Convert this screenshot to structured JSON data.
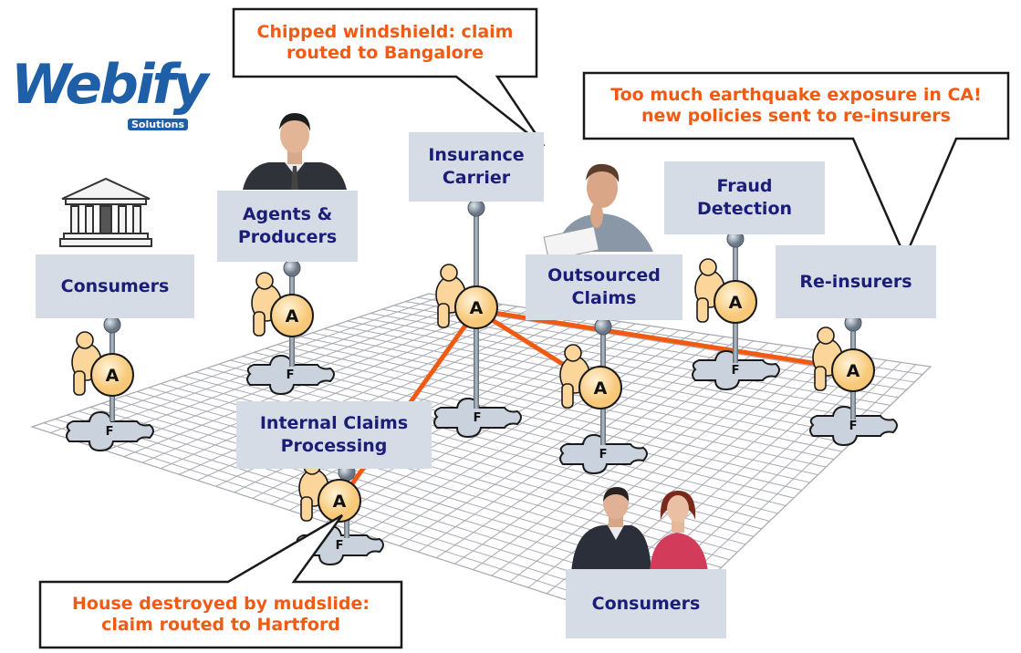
{
  "logo": {
    "name": "Webify",
    "sub": "Solutions"
  },
  "nodes": {
    "consumers_left": "Consumers",
    "agents": "Agents &\nProducers",
    "carrier": "Insurance\nCarrier",
    "fraud": "Fraud\nDetection",
    "outsourced": "Outsourced\nClaims",
    "reinsurers": "Re-insurers",
    "internal": "Internal Claims\nProcessing",
    "consumers_bottom": "Consumers"
  },
  "markers": {
    "agent": "A",
    "fabric": "F"
  },
  "callouts": {
    "windshield": "Chipped windshield: claim\nrouted to Bangalore",
    "earthquake": "Too much earthquake exposure in CA!\nnew policies sent to re-insurers",
    "mudslide": "House destroyed by mudslide:\nclaim routed to Hartford"
  },
  "colors": {
    "label_bg": "#d6dce6",
    "label_text": "#1b1e78",
    "callout_text": "#f15a12",
    "link": "#f15a12",
    "agent_circle": "#fcd79a",
    "grid": "#a8aab2"
  }
}
